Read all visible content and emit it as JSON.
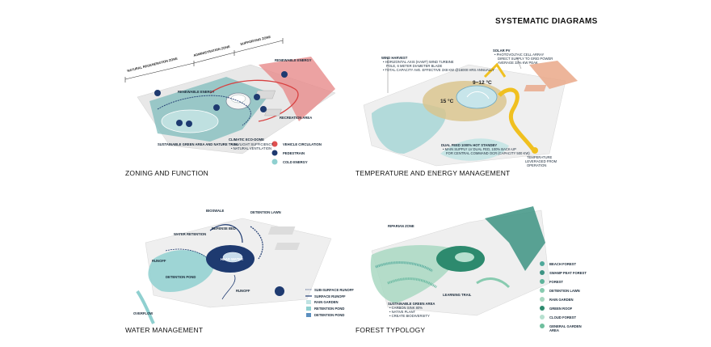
{
  "title": "SYSTEMATIC DIAGRAMS",
  "panels": {
    "zoning": {
      "caption": "ZONING AND FUNCTION",
      "zones": [
        "NATURAL REGENERATION ZONE",
        "ADMINISTRATION ZONE",
        "SUPPORTING ZONE"
      ],
      "labels": {
        "renewable_energy_top": "RENEWABLE ENERGY",
        "renewable_energy": "RENEWABLE ENERGY",
        "recreation_area": "RECREATION AREA",
        "sustainable_green": "SUSTAINABLE GREEN AREA AND NATURE TRAIL",
        "climatic_eco_dome": "CLIMATIC ECO-DOME",
        "daylight": "• DAYLIGHT SUFFICIENCY",
        "ventilation": "• NATURAL VENTILATION"
      },
      "legend": [
        {
          "label": "VEHICLE CIRCULATION",
          "color": "#e05050"
        },
        {
          "label": "PEDESTRAIN",
          "color": "#1e3a70"
        },
        {
          "label": "COLD ENERGY",
          "color": "#8fd0d0"
        }
      ]
    },
    "temperature": {
      "caption": "TEMPERATURE AND ENERGY MANAGEMENT",
      "labels": {
        "wind_harvest": "WIND HARVEST",
        "wind1": "• HORIZONTAL AXIS (HAWT) WIND TURBINE",
        "wind2": "POLE, 6 METER DIAMETER BLADE",
        "wind3": "• TOTAL CAPACITY AVE. EFFECTIVE 3X8 KW @16000 HRS ANNUALLY",
        "solar_pv": "SOLAR PV",
        "solar1": "• PHOTOVOLTAIC CELL ARRAY",
        "solar2": "DIRECT SUPPLY TO GRID POWER",
        "solar3": "AVERAGE 33% KW PEAK",
        "temp_range": "9~12 °C",
        "temp_15": "15 °C",
        "dual_feed": "DUAL FEED 1000% HOT STANDBY",
        "dual1": "• MAIN SUPPLY LV DUAL FED, 100% BACK-UP",
        "dual2": "FOR CENTRAL COMMAND OCR (CAPACITY 500 KW)",
        "temp_leveraged1": "TEMPERATURE",
        "temp_leveraged2": "LEVERAGED FROM",
        "temp_leveraged3": "OPERATION"
      }
    },
    "water": {
      "caption": "WATER MANAGEMENT",
      "labels": {
        "bioswale": "BIOSWALE",
        "detention_lawn": "DETENTION LAWN",
        "defense_bed": "DEFENSE BED",
        "water_retention": "WATER RETENTION",
        "head_water": "HEAD WATER",
        "runoff_left": "RUNOFF",
        "detention_pond": "DETENTION POND",
        "runoff_right": "RUNOFF",
        "overflow": "OVERFLOW"
      },
      "legend": [
        {
          "label": "SUB-SURFACE RUNOFF",
          "color": "#1e3a70"
        },
        {
          "label": "SURFACE RUNOFF",
          "color": "#1e3a70"
        },
        {
          "label": "RAIN GARDEN",
          "color": "#bfe3e3"
        },
        {
          "label": "RETENTION POND",
          "color": "#8fd0d0"
        },
        {
          "label": "DETENTION POND",
          "color": "#5b8fbf"
        }
      ]
    },
    "forest": {
      "caption": "FOREST TYPOLOGY",
      "labels": {
        "riparian_zone": "RIPARIAN ZONE",
        "learning_trail": "LEARNING TRAIL",
        "sustainable_green": "SUSTAINABLE GREEN AREA",
        "sg1": "• CARBON SINK 80%",
        "sg2": "• NATIVE PLANT",
        "sg3": "• CREATE BIODIVERSITY"
      },
      "legend": [
        {
          "label": "BEACH FOREST",
          "color": "#4fa89a"
        },
        {
          "label": "SWAMP PEAT FOREST",
          "color": "#3d9383"
        },
        {
          "label": "FOREST",
          "color": "#5db39a"
        },
        {
          "label": "DETENTION LAWN",
          "color": "#88cbb0"
        },
        {
          "label": "RAIN GARDEN",
          "color": "#a9d8c2"
        },
        {
          "label": "GREEN ROOF",
          "color": "#2d8a6e"
        },
        {
          "label": "CLOUD FOREST",
          "color": "#b6e0cf"
        },
        {
          "label": "GENERAL GARDEN",
          "color": "#6fbf9e"
        },
        {
          "label": "AREA",
          "color": ""
        }
      ]
    }
  }
}
